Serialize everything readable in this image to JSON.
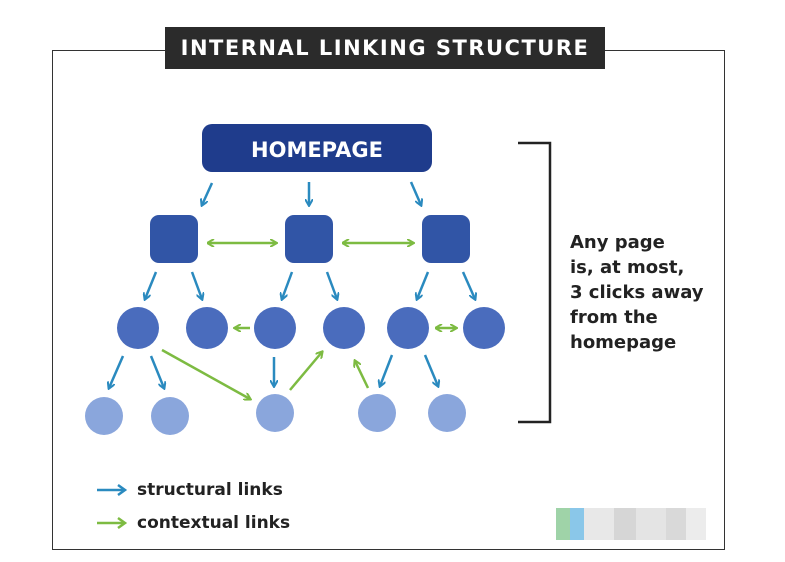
{
  "title": "INTERNAL LINKING STRUCTURE",
  "homepage_label": "HOMEPAGE",
  "side_note": "Any page\nis, at most,\n3 clicks away\nfrom the\nhomepage",
  "legend": {
    "structural": "structural links",
    "contextual": "contextual links"
  },
  "colors": {
    "homepage": "#1f3c8c",
    "level1": "#3155a6",
    "level2": "#5b7ec6",
    "level3": "#8aa6dc",
    "structural_arrow": "#2a8abf",
    "contextual_arrow": "#7dbb42",
    "frame": "#333333",
    "title_bg": "#2b2b2b"
  }
}
